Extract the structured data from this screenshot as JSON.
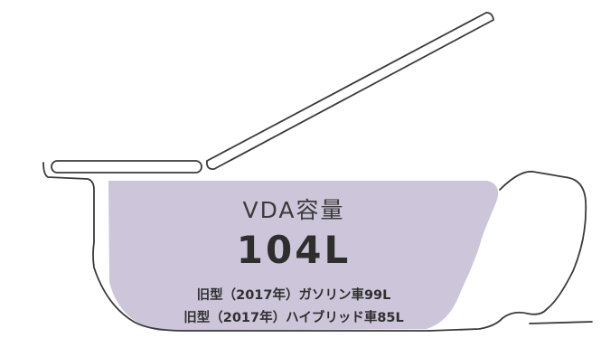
{
  "colors": {
    "fill": "#cdc6da",
    "line": "#3a3a3a",
    "background": "#ffffff"
  },
  "capacity": {
    "label": "VDA容量",
    "value": "104L",
    "old_gasoline": "旧型（2017年）ガソリン車99L",
    "old_hybrid": "旧型（2017年）ハイブリッド車85L"
  }
}
